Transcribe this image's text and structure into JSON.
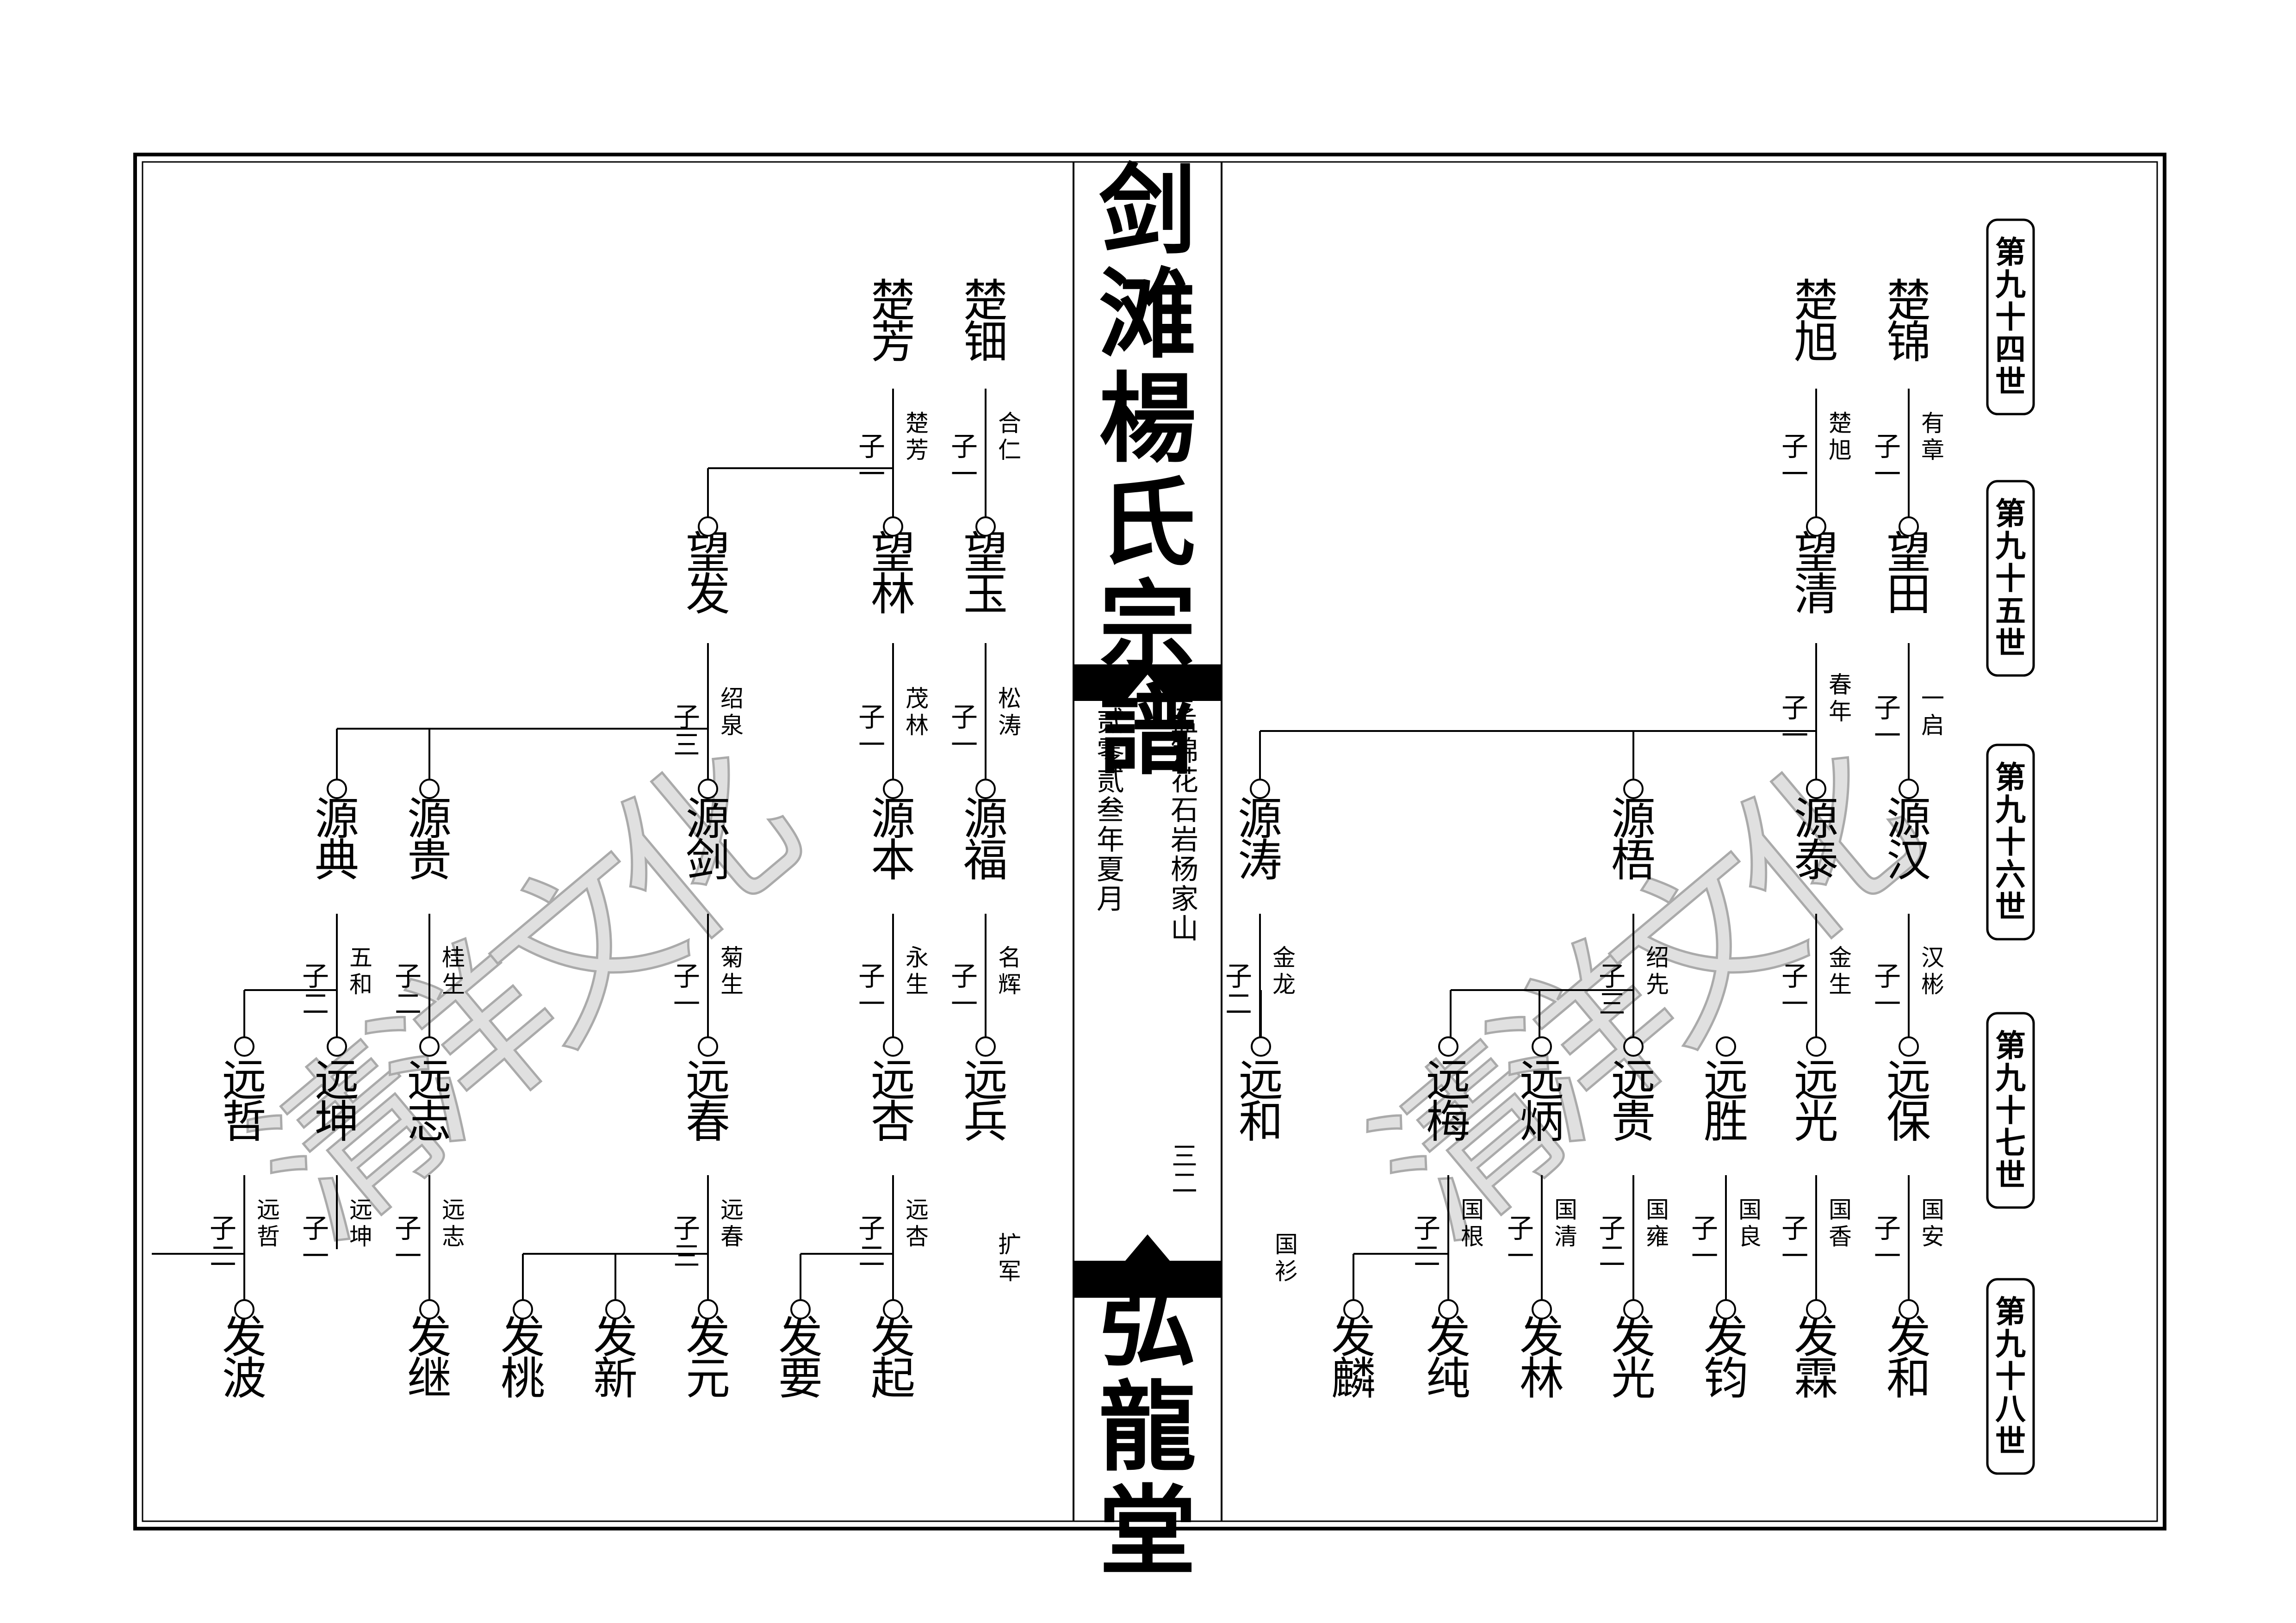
{
  "book": {
    "title": "剑滩楊氏宗譜",
    "hall": "弘龍堂",
    "compiler": "孟锦花石岩杨家山",
    "date": "贰零贰叁年夏月",
    "page_no": "三二",
    "watermark_text": "清洋文化"
  },
  "generations": [
    "第九十四世",
    "第九十五世",
    "第九十六世",
    "第九十七世",
    "第九十八世"
  ],
  "people": {
    "r1": "楚锦",
    "r2": "楚旭",
    "r3": "望田",
    "r4": "望清",
    "r5": "源汉",
    "r6": "源泰",
    "r7": "源梧",
    "r8": "源涛",
    "r9": "远保",
    "r10": "远光",
    "r11": "远胜",
    "r12": "远贵",
    "r13": "远炳",
    "r14": "远梅",
    "r15": "远和",
    "r16": "发和",
    "r17": "发霖",
    "r18": "发钧",
    "r19": "发光",
    "r20": "发林",
    "r21": "发纯",
    "r22": "发麟",
    "l1": "楚钿",
    "l2": "楚芳",
    "l3": "望玉",
    "l4": "望林",
    "l5": "望发",
    "l6": "源福",
    "l7": "源本",
    "l8": "源剑",
    "l9": "源贵",
    "l10": "源典",
    "l11": "远兵",
    "l12": "远杏",
    "l13": "远春",
    "l14": "远志",
    "l15": "远坤",
    "l16": "远哲",
    "l17": "发起",
    "l18": "发要",
    "l19": "发元",
    "l20": "发新",
    "l21": "发桃",
    "l22": "发继",
    "l23": "发波"
  },
  "notes": {
    "n1": "有章",
    "n2": "楚旭",
    "n3": "一启",
    "n4": "春年",
    "n5": "汉彬",
    "n6": "金生",
    "n7": "绍先",
    "n8": "金龙",
    "n9": "国安",
    "n10": "国香",
    "n11": "国良",
    "n12": "国雍",
    "n13": "国清",
    "n14": "国根",
    "n15": "国衫",
    "n16": "合仁",
    "n17": "楚芳",
    "n18": "松涛",
    "n19": "茂林",
    "n20": "绍泉",
    "n21": "名辉",
    "n22": "永生",
    "n23": "菊生",
    "n24": "桂生",
    "n25": "五和",
    "n26": "扩军",
    "n27": "远杏",
    "n28": "远春",
    "n29": "远志",
    "n30": "远坤",
    "n31": "远哲"
  },
  "counts": {
    "c1": "子一",
    "c2": "子一",
    "c3": "子一",
    "c4": "子一",
    "c5": "子一",
    "c6": "子一",
    "c7": "子三",
    "c8": "子二",
    "c9": "子一",
    "c10": "子一",
    "c11": "子一",
    "c12": "子一",
    "c13": "子一",
    "c14": "子二",
    "c15": "子一",
    "c16": "子二",
    "c17": "子一",
    "c18": "子一",
    "c19": "子三",
    "c20": "子一",
    "c21": "子一",
    "c22": "子一",
    "c23": "子二",
    "c24": "子二",
    "c25": "子二",
    "c26": "子三",
    "c27": "子一",
    "c28": "子一",
    "c29": "子二"
  }
}
